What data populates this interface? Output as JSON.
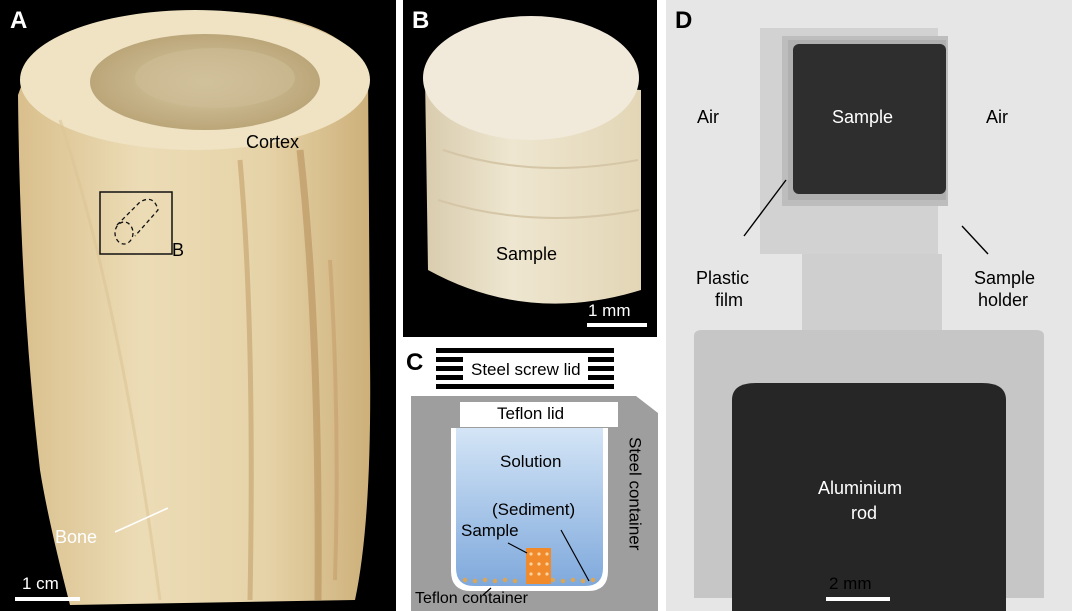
{
  "panels": {
    "A": {
      "letter": "A",
      "labels": {
        "cortex": "Cortex",
        "box": "B",
        "bone": "Bone"
      },
      "scale_bar": "1 cm"
    },
    "B": {
      "letter": "B",
      "labels": {
        "sample": "Sample"
      },
      "scale_bar": "1 mm"
    },
    "C": {
      "letter": "C",
      "labels": {
        "steel_screw_lid": "Steel screw lid",
        "teflon_lid": "Teflon lid",
        "solution": "Solution",
        "sediment": "(Sediment)",
        "sample": "Sample",
        "teflon_container": "Teflon container",
        "steel_container": "Steel container"
      }
    },
    "D": {
      "letter": "D",
      "labels": {
        "air_left": "Air",
        "air_right": "Air",
        "sample": "Sample",
        "plastic_film_1": "Plastic",
        "plastic_film_2": "film",
        "sample_holder_1": "Sample",
        "sample_holder_2": "holder",
        "aluminium_rod_1": "Aluminium",
        "aluminium_rod_2": "rod"
      },
      "scale_bar": "2 mm"
    }
  },
  "colors": {
    "panel_background": "#000000",
    "bone": "#e9d6ae",
    "sample_photo": "#ece3cc",
    "steel": "#a8a8a8",
    "solution": "#9cc1e6",
    "sample_orange": "#f08a2a",
    "xray_background": "#e6e6e6",
    "xray_dark": "#2a2a2a"
  }
}
